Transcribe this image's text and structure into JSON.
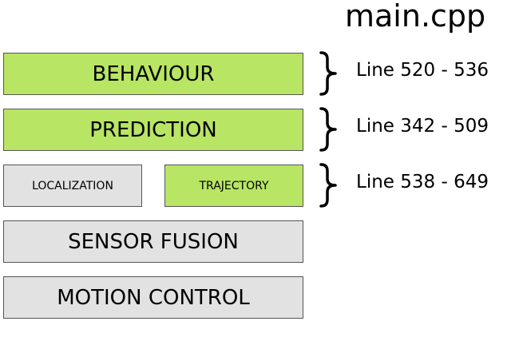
{
  "title": "main.cpp",
  "layers": {
    "behaviour": "BEHAVIOUR",
    "prediction": "PREDICTION",
    "localization": "LOCALIZATION",
    "trajectory": "TRAJECTORY",
    "sensor_fusion": "SENSOR FUSION",
    "motion_control": "MOTION CONTROL"
  },
  "line_refs": {
    "behaviour": "Line 520 - 536",
    "prediction": "Line 342 - 509",
    "trajectory": "Line 538 - 649"
  },
  "colors": {
    "implemented": "#b8e564",
    "not_implemented": "#e2e2e2"
  }
}
